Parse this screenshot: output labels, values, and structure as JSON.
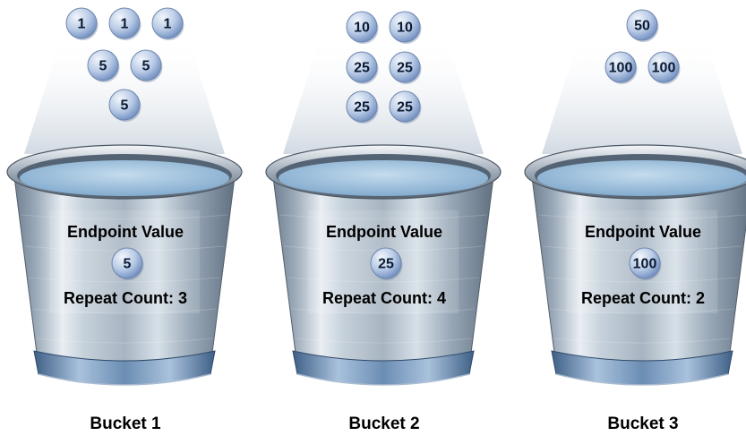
{
  "buckets": [
    {
      "name": "Bucket 1",
      "endpoint_label": "Endpoint Value",
      "endpoint_value": "5",
      "repeat_count_label": "Repeat Count: 3",
      "coins": [
        "1",
        "1",
        "1",
        "5",
        "5",
        "5"
      ]
    },
    {
      "name": "Bucket 2",
      "endpoint_label": "Endpoint Value",
      "endpoint_value": "25",
      "repeat_count_label": "Repeat Count: 4",
      "coins": [
        "10",
        "10",
        "25",
        "25",
        "25",
        "25"
      ]
    },
    {
      "name": "Bucket 3",
      "endpoint_label": "Endpoint Value",
      "endpoint_value": "100",
      "repeat_count_label": "Repeat Count: 2",
      "coins": [
        "50",
        "100",
        "100"
      ]
    }
  ],
  "colors": {
    "coin_light": "#eef3fb",
    "coin_dark": "#7f9ccc",
    "water": "#9fc3de",
    "bucket_metal": "#b7c3cf",
    "bucket_band": "#5d7fa3"
  }
}
